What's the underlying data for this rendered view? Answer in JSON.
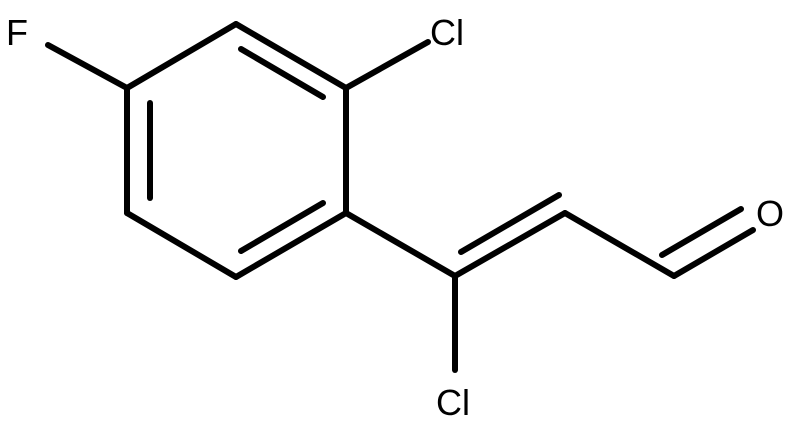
{
  "molecule": {
    "atoms": {
      "fluorine": "F",
      "chlorine_ring": "Cl",
      "chlorine_chain": "Cl",
      "oxygen": "O"
    },
    "bond_color": "#000000",
    "label_color": "#000000",
    "background": "#ffffff"
  }
}
